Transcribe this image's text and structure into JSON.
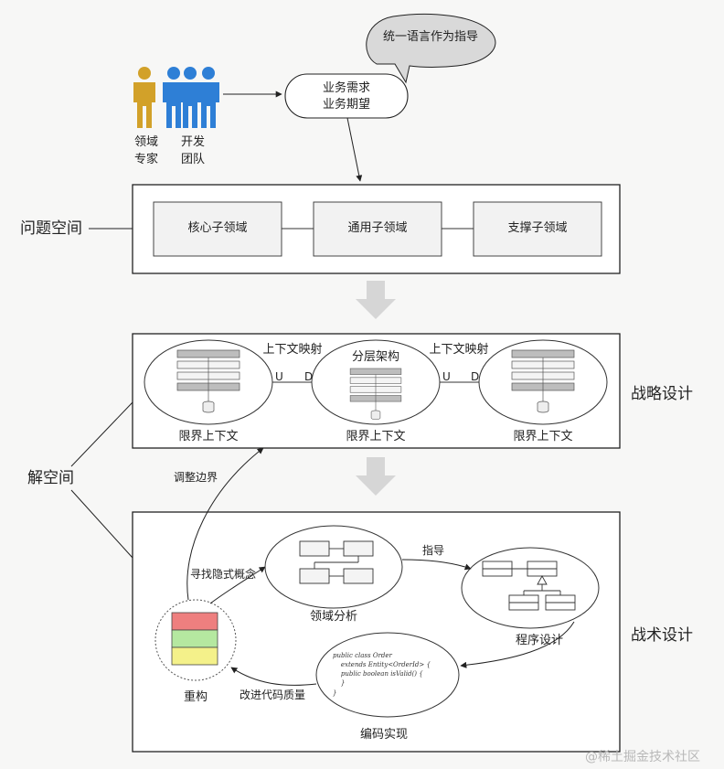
{
  "speech_bubble": "统一语言作为指导",
  "requirements": {
    "line1": "业务需求",
    "line2": "业务期望"
  },
  "people": {
    "domain_expert": {
      "line1": "领域",
      "line2": "专家"
    },
    "dev_team": {
      "line1": "开发",
      "line2": "团队"
    }
  },
  "problem_space": {
    "label": "问题空间",
    "subdomains": [
      "核心子领域",
      "通用子领域",
      "支撑子领域"
    ]
  },
  "solution_space": {
    "label": "解空间"
  },
  "strategic_design": {
    "label": "战略设计",
    "context_mapping_left": "上下文映射",
    "context_mapping_right": "上下文映射",
    "layered_architecture": "分层架构",
    "bounded_context_left": "限界上下文",
    "bounded_context_middle": "限界上下文",
    "bounded_context_right": "限界上下文",
    "upstream": "U",
    "downstream": "D"
  },
  "tactical_design": {
    "label": "战术设计",
    "adjust_boundary": "调整边界",
    "find_implicit_concepts": "寻找隐式概念",
    "domain_analysis": "领域分析",
    "guide": "指导",
    "program_design": "程序设计",
    "coding": "编码实现",
    "improve_quality": "改进代码质量",
    "refactor": "重构",
    "code_lines": [
      "public class Order",
      "    extends Entity<OrderId> {",
      "    public boolean isValid() {",
      "    }",
      "}"
    ]
  },
  "colors": {
    "refactor_red": "#ee7f7f",
    "refactor_green": "#b5e8a0",
    "refactor_yellow": "#f4f18a",
    "layer_gray": "#cfcfcf",
    "arrow_gray": "#d6d6d6"
  },
  "watermark": "@稀土掘金技术社区"
}
